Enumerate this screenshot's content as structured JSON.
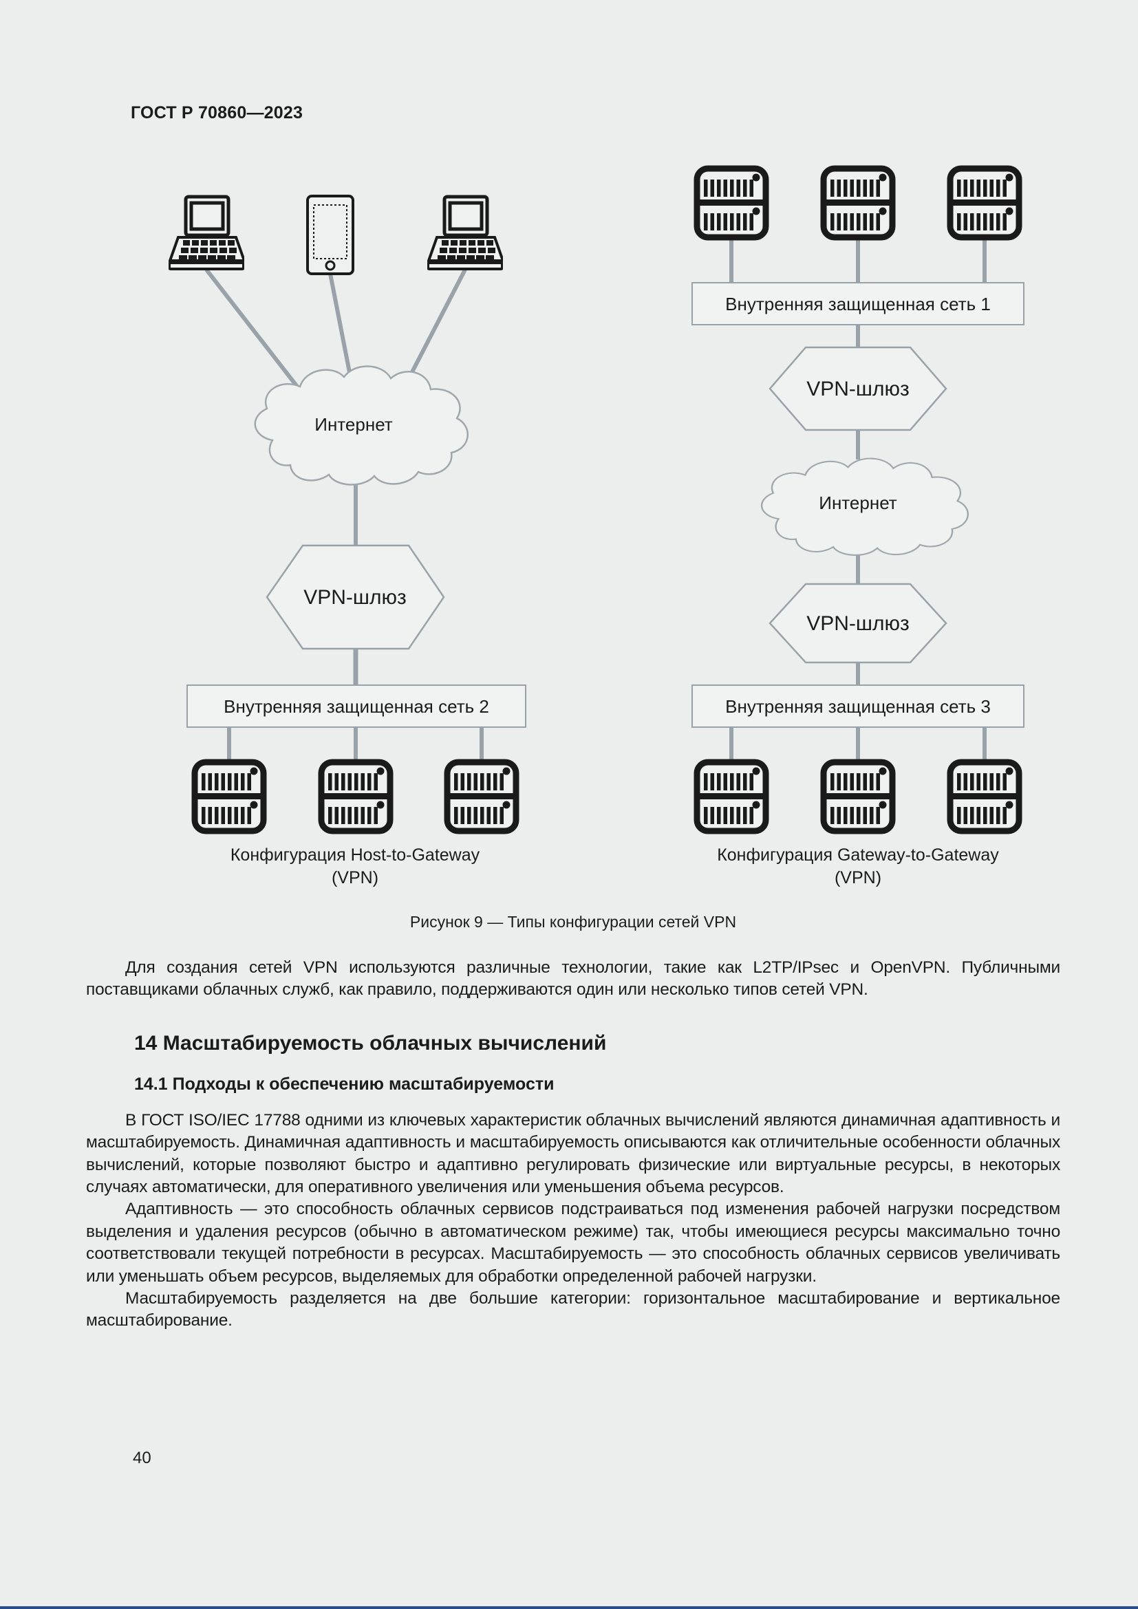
{
  "page": {
    "header": "ГОСТ Р 70860—2023",
    "page_number": "40"
  },
  "figure": {
    "caption": "Рисунок 9 — Типы конфигурации сетей VPN",
    "left": {
      "cloud_label": "Интернет",
      "gateway_label": "VPN-шлюз",
      "network_label": "Внутренняя защищенная сеть 2",
      "caption_line1": "Конфигурация Host-to-Gateway",
      "caption_line2": "(VPN)"
    },
    "right": {
      "network1_label": "Внутренняя защищенная сеть 1",
      "gateway1_label": "VPN-шлюз",
      "cloud_label": "Интернет",
      "gateway2_label": "VPN-шлюз",
      "network3_label": "Внутренняя защищенная сеть 3",
      "caption_line1": "Конфигурация Gateway-to-Gateway",
      "caption_line2": "(VPN)"
    }
  },
  "content": {
    "para1": "Для создания сетей VPN используются различные технологии, такие как L2TP/IPsec и OpenVPN. Публичными поставщиками облачных служб, как правило, поддерживаются один или несколько типов сетей VPN.",
    "heading14": "14 Масштабируемость облачных вычислений",
    "heading14_1": "14.1 Подходы к обеспечению масштабируемости",
    "para2": "В ГОСТ ISO/IEC 17788 одними из ключевых характеристик облачных вычислений являются динамичная адаптивность и масштабируемость. Динамичная адаптивность и масштабируемость описываются как отличительные особенности облачных вычислений, которые позволяют быстро и адаптивно регулировать физические или виртуальные ресурсы, в некоторых случаях автоматически, для оперативного увеличения или уменьшения объема ресурсов.",
    "para3": "Адаптивность — это способность облачных сервисов подстраиваться под изменения рабочей нагрузки посредством выделения и удаления ресурсов (обычно в автоматическом режиме) так, чтобы имеющиеся ресурсы максимально точно соответствовали текущей потребности в ресурсах. Масштабируемость — это способность облачных сервисов увеличивать или уменьшать объем ресурсов, выделяемых для обработки определенной рабочей нагрузки.",
    "para4": "Масштабируемость разделяется на две большие категории: горизонтальное масштабирование и вертикальное масштабирование."
  },
  "colors": {
    "background": "#eceeed",
    "text": "#1b1b1b",
    "diagram_line_gray": "#9aa2a9",
    "icon_black": "#1a1a1a",
    "bottom_bar_blue": "#2a4b8d"
  }
}
